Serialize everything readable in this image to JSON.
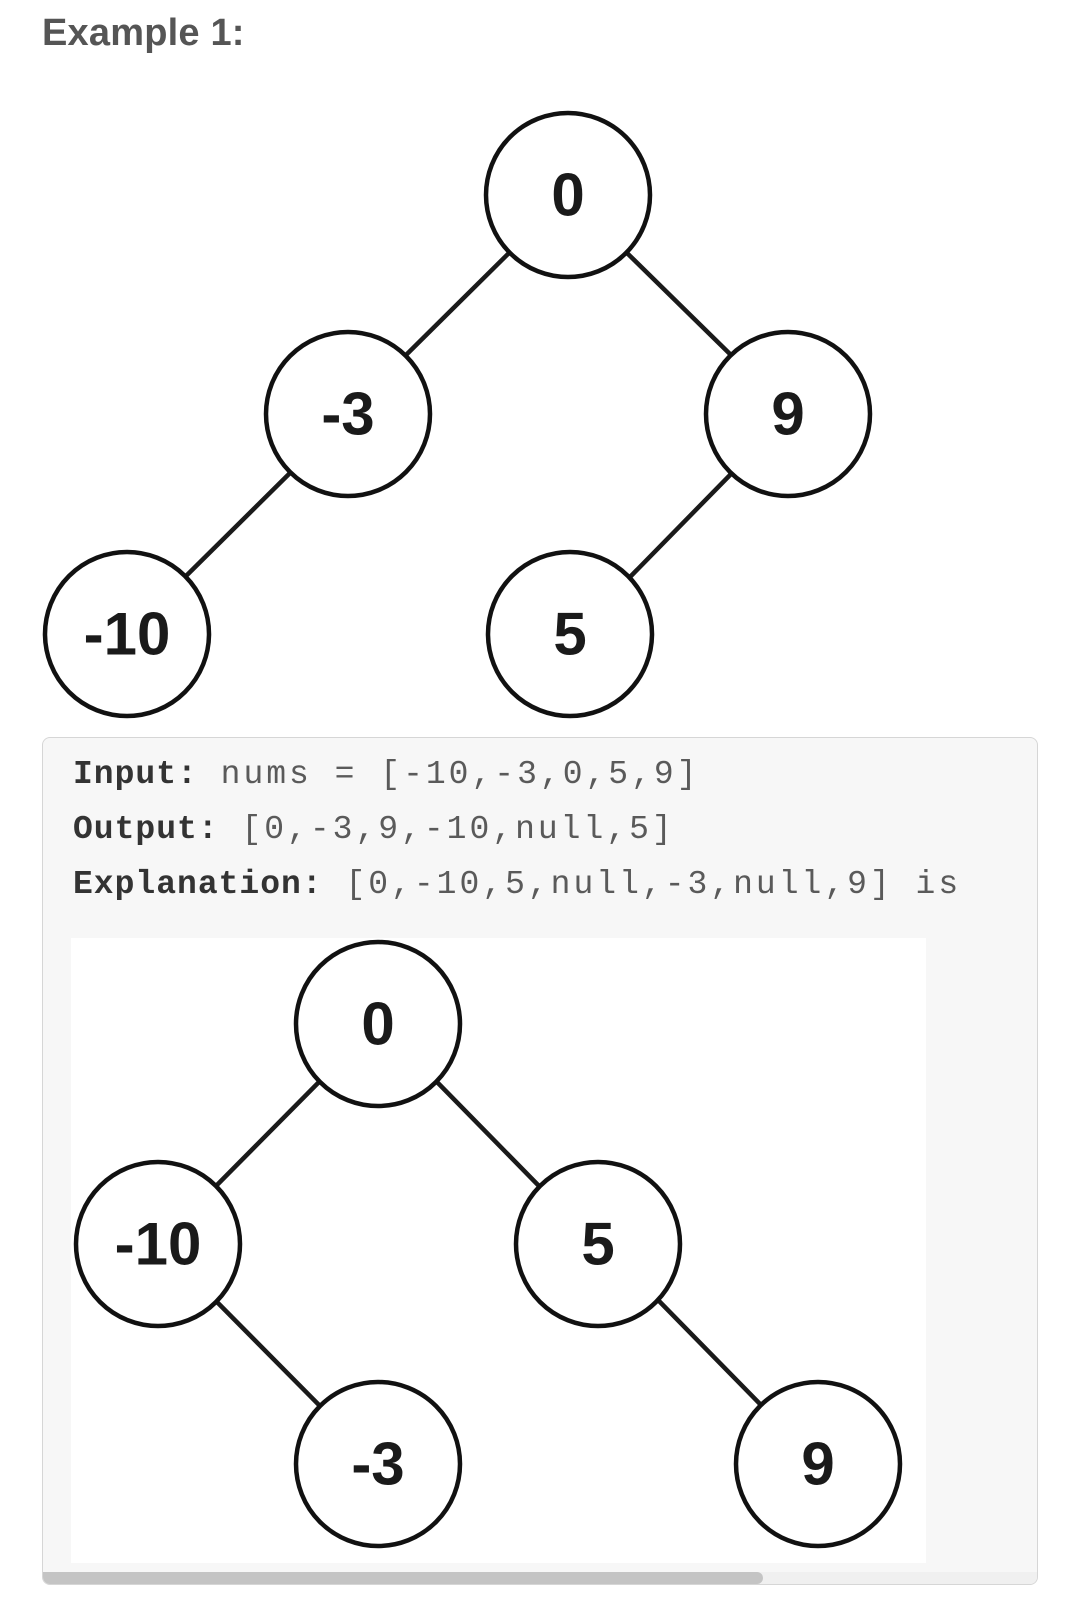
{
  "heading": "Example 1:",
  "tree_top": {
    "nodes": [
      "0",
      "-3",
      "9",
      "-10",
      "5"
    ]
  },
  "code": {
    "input_label": "Input:",
    "input_value": "nums = [-10,-3,0,5,9]",
    "output_label": "Output:",
    "output_value": "[0,-3,9,-10,null,5]",
    "explanation_label": "Explanation:",
    "explanation_value": "[0,-10,5,null,-3,null,9] is"
  },
  "tree_alt": {
    "nodes": [
      "0",
      "-10",
      "5",
      "-3",
      "9"
    ]
  }
}
